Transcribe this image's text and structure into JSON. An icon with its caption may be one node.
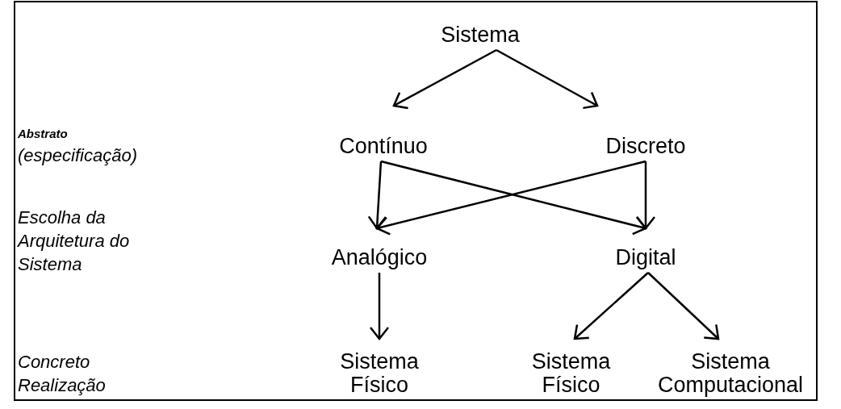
{
  "diagram": {
    "nodes": [
      {
        "text": [
          "Sistema"
        ]
      },
      {
        "text": [
          "Contínuo"
        ]
      },
      {
        "text": [
          "Discreto"
        ]
      },
      {
        "text": [
          "Analógico"
        ]
      },
      {
        "text": [
          "Digital"
        ]
      },
      {
        "text": [
          "Sistema Físico"
        ]
      },
      {
        "text": [
          "Sistema Físico"
        ]
      },
      {
        "text": [
          "Sistema Computacional"
        ]
      }
    ],
    "edges": [
      {
        "from": 0,
        "to": 1,
        "arrow": "to"
      },
      {
        "from": 0,
        "to": 2,
        "arrow": "to"
      },
      {
        "from": 1,
        "to": 3,
        "arrow": "to"
      },
      {
        "from": 1,
        "to": 4,
        "arrow": "to"
      },
      {
        "from": 2,
        "to": 3,
        "arrow": "to"
      },
      {
        "from": 2,
        "to": 4,
        "arrow": "to"
      },
      {
        "from": 3,
        "to": 5,
        "arrow": "to"
      },
      {
        "from": 4,
        "to": 6,
        "arrow": "to"
      },
      {
        "from": 4,
        "to": 7,
        "arrow": "to"
      }
    ],
    "labels": [
      "Abstrato",
      "(especificação)",
      "Escolha da Arquitetura do Sistema",
      "Concreto",
      "Realização"
    ]
  }
}
